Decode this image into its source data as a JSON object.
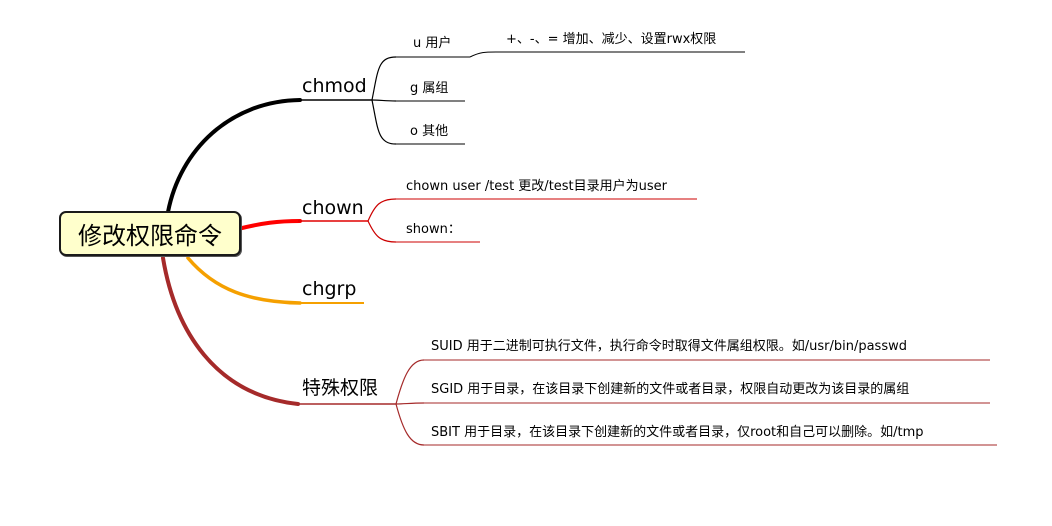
{
  "central": {
    "label": "修改权限命令"
  },
  "branches": [
    {
      "label": "chmod",
      "color": "#000000",
      "children": [
        {
          "label": "u 用户",
          "children": [
            {
              "label": "+、-、= 增加、减少、设置rwx权限"
            }
          ]
        },
        {
          "label": "g 属组"
        },
        {
          "label": "o 其他"
        }
      ]
    },
    {
      "label": "chown",
      "color": "#ff0000",
      "children": [
        {
          "label": "chown user /test 更改/test目录用户为user"
        },
        {
          "label": "shown："
        }
      ]
    },
    {
      "label": "chgrp",
      "color": "#f5a000",
      "children": []
    },
    {
      "label": "特殊权限",
      "color": "#a52a2a",
      "children": [
        {
          "label": "SUID 用于二进制可执行文件，执行命令时取得文件属组权限。如/usr/bin/passwd"
        },
        {
          "label": "SGID 用于目录，在该目录下创建新的文件或者目录，权限自动更改为该目录的属组"
        },
        {
          "label": "SBIT 用于目录，在该目录下创建新的文件或者目录，仅root和自己可以删除。如/tmp"
        }
      ]
    }
  ]
}
